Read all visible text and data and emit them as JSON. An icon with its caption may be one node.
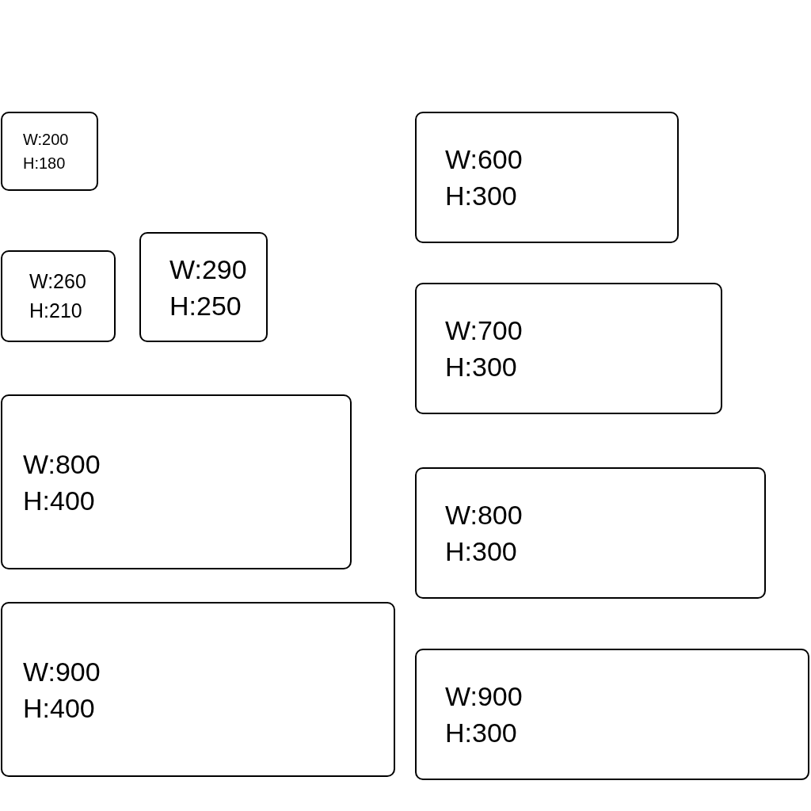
{
  "diagram": {
    "nodes": [
      {
        "text": [
          "W:200",
          "H:180"
        ]
      },
      {
        "text": [
          "W:600",
          "H:300"
        ]
      },
      {
        "text": [
          "W:290",
          "H:250"
        ]
      },
      {
        "text": [
          "W:260",
          "H:210"
        ]
      },
      {
        "text": [
          "W:700",
          "H:300"
        ]
      },
      {
        "text": [
          "W:800",
          "H:400"
        ]
      },
      {
        "text": [
          "W:800",
          "H:300"
        ]
      },
      {
        "text": [
          "W:900",
          "H:400"
        ]
      },
      {
        "text": [
          "W:900",
          "H:300"
        ]
      }
    ]
  }
}
